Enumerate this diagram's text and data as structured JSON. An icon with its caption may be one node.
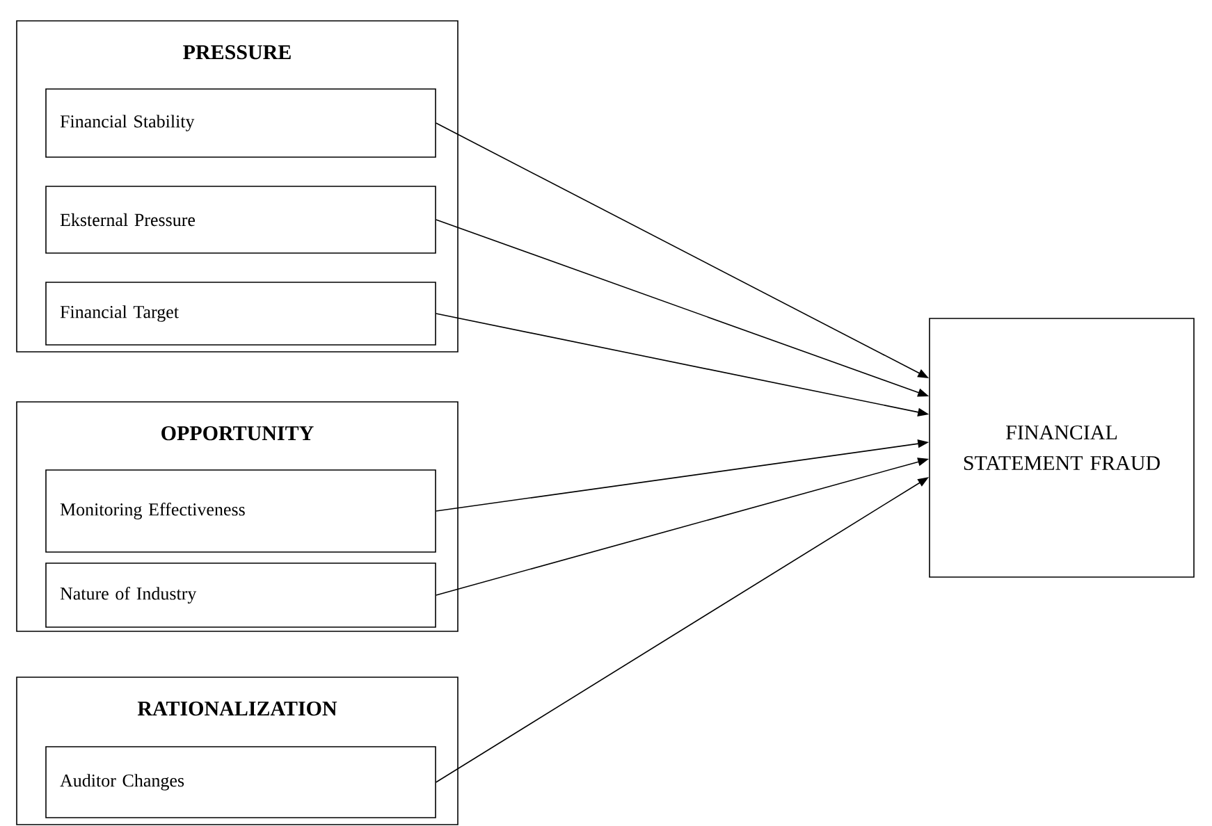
{
  "diagram": {
    "nodes": [
      {
        "text": [
          "PRESSURE"
        ]
      },
      {
        "text": [
          "Financial Stability"
        ],
        "in": 0
      },
      {
        "text": [
          "Eksternal Pressure"
        ],
        "in": 0
      },
      {
        "text": [
          "Financial Target"
        ],
        "in": 0
      },
      {
        "text": [
          "OPPORTUNITY"
        ]
      },
      {
        "text": [
          "Monitoring Effectiveness"
        ],
        "in": 4
      },
      {
        "text": [
          "Nature of Industry"
        ],
        "in": 4
      },
      {
        "text": [
          "RATIONALIZATION"
        ]
      },
      {
        "text": [
          "Auditor Changes"
        ],
        "in": 7
      },
      {
        "text": [
          "FINANCIAL STATEMENT FRAUD"
        ]
      }
    ],
    "edges": [
      {
        "from": 1,
        "to": 9,
        "arrow": "to"
      },
      {
        "from": 2,
        "to": 9,
        "arrow": "to"
      },
      {
        "from": 3,
        "to": 9,
        "arrow": "to"
      },
      {
        "from": 5,
        "to": 9,
        "arrow": "to"
      },
      {
        "from": 6,
        "to": 9,
        "arrow": "to"
      },
      {
        "from": 8,
        "to": 9,
        "arrow": "to"
      }
    ]
  }
}
